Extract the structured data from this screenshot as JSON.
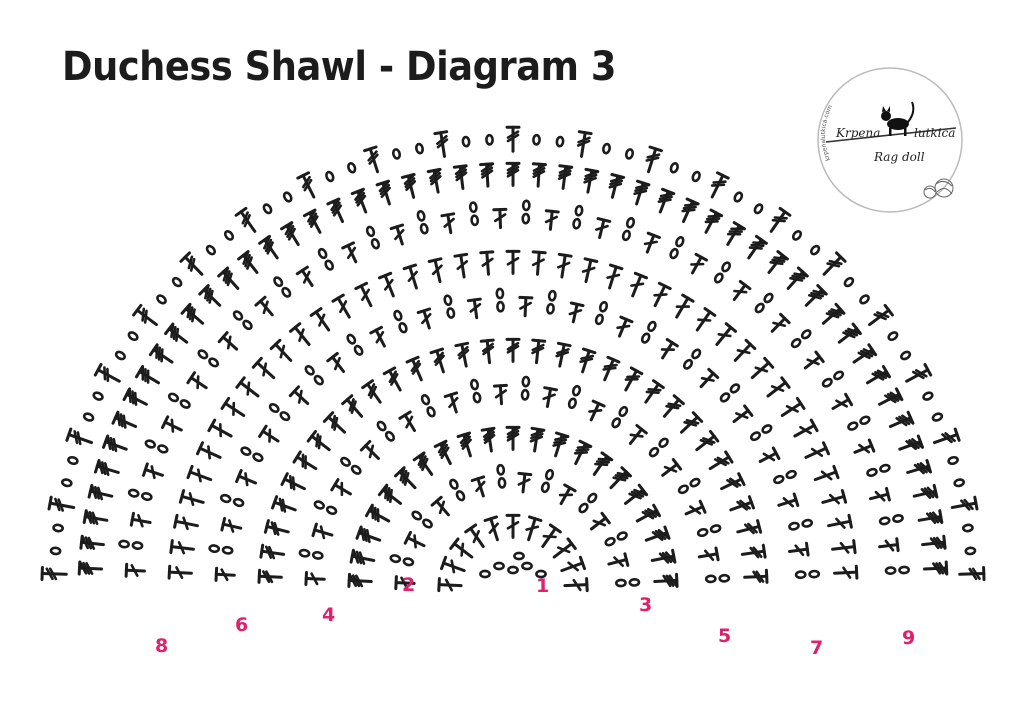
{
  "title": "Duchess Shawl - Diagram 3",
  "row_labels": [
    "1",
    "2",
    "3",
    "4",
    "5",
    "6",
    "7",
    "8",
    "9"
  ],
  "logo": {
    "ring_text": "krpenalutkica.com",
    "word_left": "Krpena",
    "word_right": "lutkica",
    "subtitle": "Rag doll"
  },
  "colors": {
    "ink": "#1c1c1c",
    "label": "#e0206a",
    "background": "#ffffff"
  }
}
